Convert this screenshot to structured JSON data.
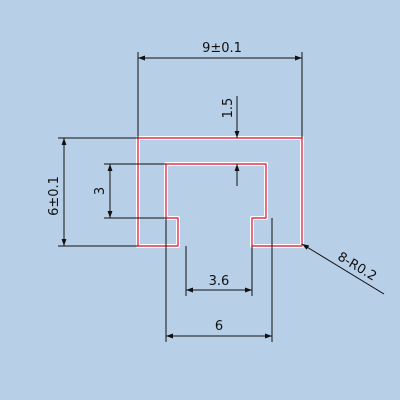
{
  "colors": {
    "background": "#b8cfe8",
    "profile_outline": "#e0304a",
    "profile_glow": "#ffffff",
    "dimension_lines": "#111111",
    "leader_line": "#2a5a2a"
  },
  "dimensions": {
    "overall_width": "9±0.1",
    "wall_thickness": "1.5",
    "overall_height": "6±0.1",
    "slot_depth": "3",
    "slot_opening": "3.6",
    "stem_width": "6",
    "corner_radius": "8-R0.2"
  }
}
